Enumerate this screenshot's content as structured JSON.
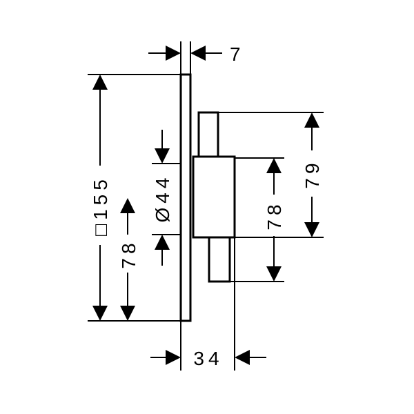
{
  "dimensions": {
    "plate_thickness": "7",
    "plate_size": "□155",
    "left_height": "78",
    "diameter": "Ø44",
    "body_height_right": "79",
    "inner_height_right": "78",
    "depth": "34"
  }
}
